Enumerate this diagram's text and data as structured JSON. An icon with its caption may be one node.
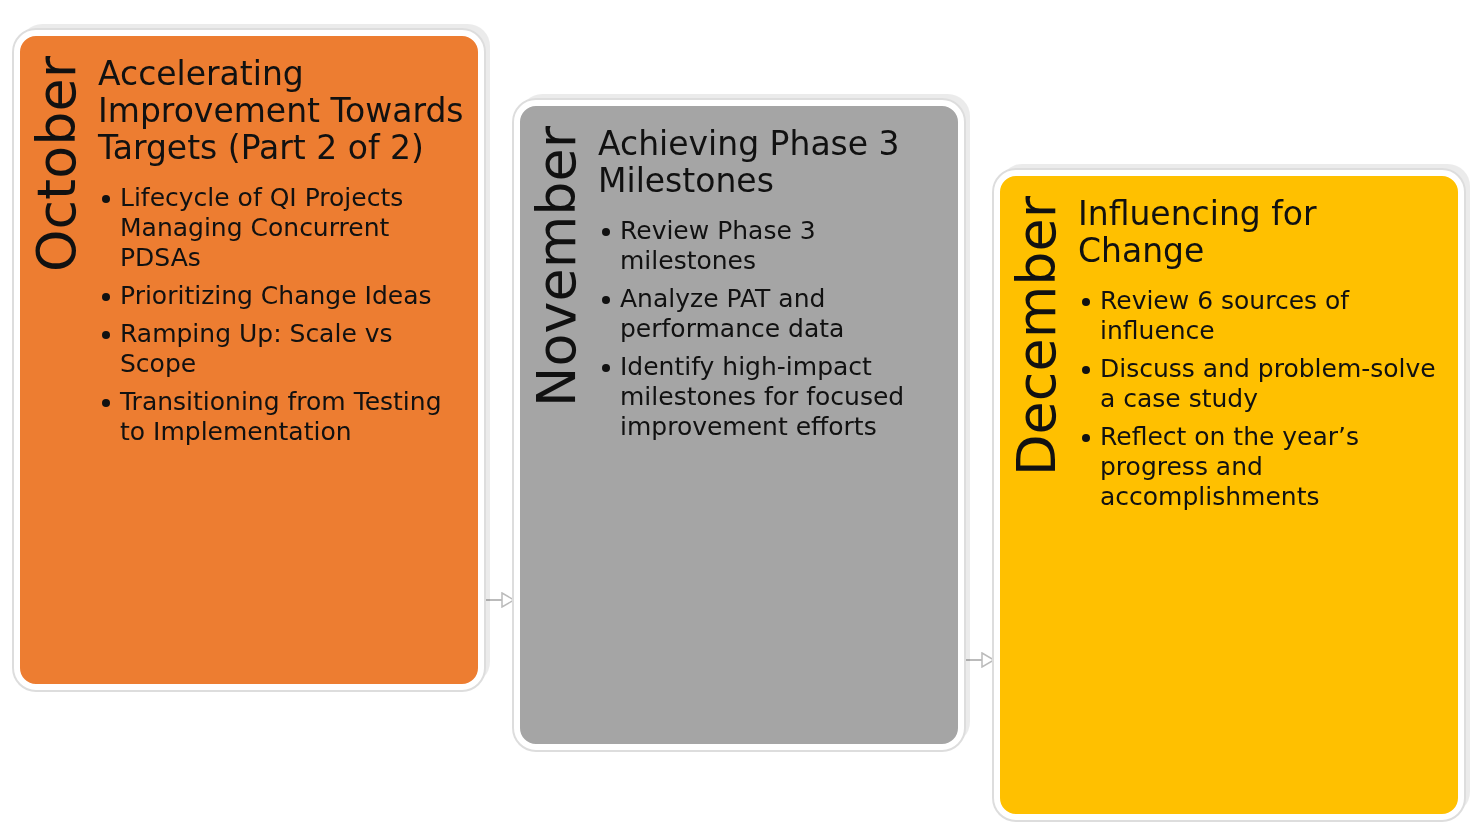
{
  "diagram": {
    "nodes": [
      {
        "text": [
          "October",
          "Accelerating Improvement Towards Targets (Part 2 of 2)",
          "Lifecycle of QI Projects Managing Concurrent PDSAs",
          "Prioritizing Change Ideas",
          "Ramping Up: Scale vs Scope",
          "Transitioning from Testing to Implementation"
        ]
      },
      {
        "text": [
          "November",
          "Achieving Phase 3 Milestones",
          "Review Phase 3 milestones",
          "Analyze PAT and performance data",
          "Identify high-impact milestones for focused improvement efforts"
        ]
      },
      {
        "text": [
          "December",
          "Influencing for Change",
          "Review 6 sources of influence",
          "Discuss and problem-solve a case study",
          "Reflect on the year’s progress and accomplishments"
        ]
      }
    ],
    "edges": [
      {
        "from": 0,
        "to": 1,
        "arrow": "to"
      },
      {
        "from": 1,
        "to": 2,
        "arrow": "to"
      }
    ]
  }
}
